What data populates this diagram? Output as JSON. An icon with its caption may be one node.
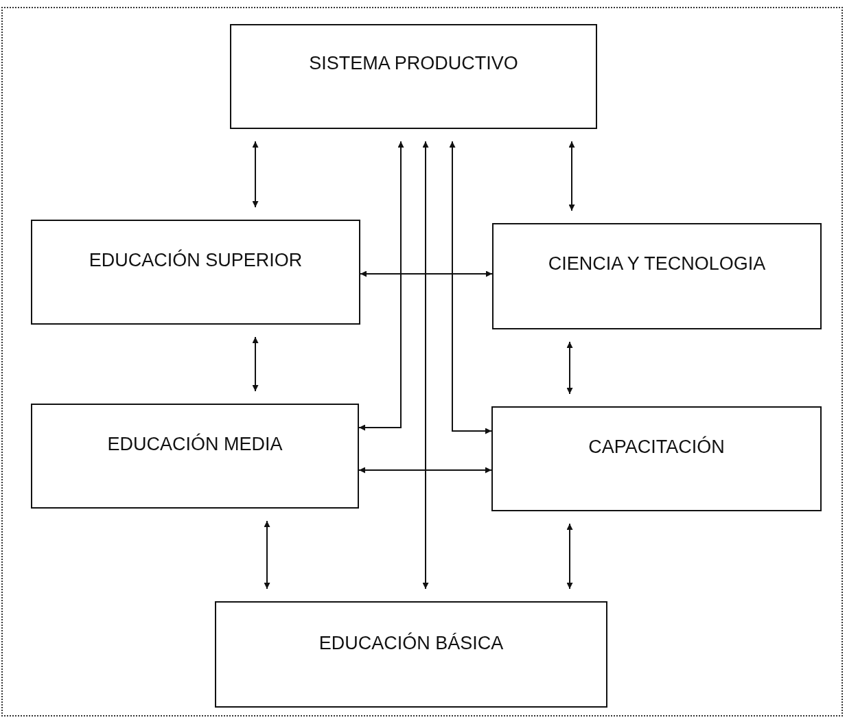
{
  "diagram": {
    "nodes": [
      {
        "text": [
          "SISTEMA PRODUCTIVO"
        ]
      },
      {
        "text": [
          "EDUCACIÓN SUPERIOR"
        ]
      },
      {
        "text": [
          "CIENCIA Y TECNOLOGIA"
        ]
      },
      {
        "text": [
          "EDUCACIÓN MEDIA"
        ]
      },
      {
        "text": [
          "CAPACITACIÓN"
        ]
      },
      {
        "text": [
          "EDUCACIÓN BÁSICA"
        ]
      }
    ],
    "edges": [
      {
        "from": 0,
        "to": 1,
        "arrow": "both"
      },
      {
        "from": 0,
        "to": 2,
        "arrow": "both"
      },
      {
        "from": 1,
        "to": 2,
        "arrow": "both"
      },
      {
        "from": 0,
        "to": 3,
        "arrow": "both"
      },
      {
        "from": 0,
        "to": 5,
        "arrow": "both"
      },
      {
        "from": 0,
        "to": 4,
        "arrow": "both"
      },
      {
        "from": 1,
        "to": 3,
        "arrow": "both"
      },
      {
        "from": 2,
        "to": 4,
        "arrow": "both"
      },
      {
        "from": 3,
        "to": 4,
        "arrow": "both"
      },
      {
        "from": 3,
        "to": 5,
        "arrow": "both"
      },
      {
        "from": 4,
        "to": 5,
        "arrow": "both"
      }
    ]
  }
}
